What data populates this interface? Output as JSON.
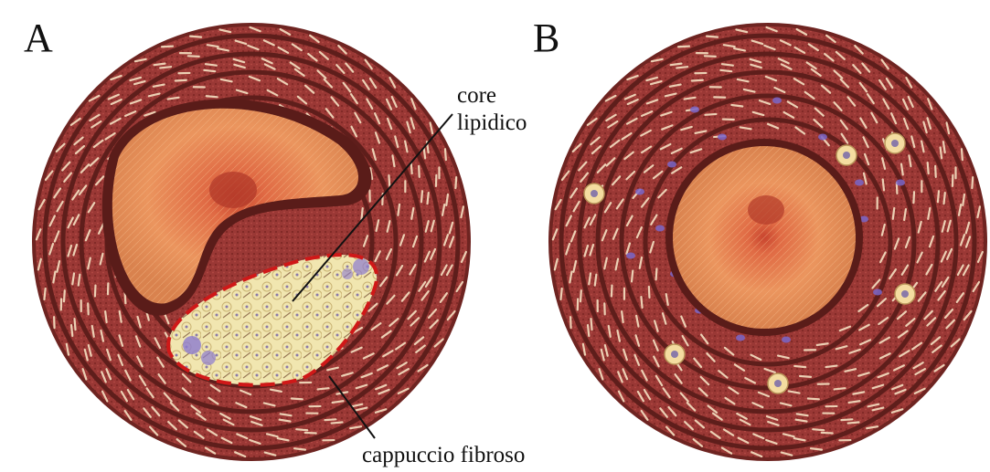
{
  "panels": [
    {
      "label": "A"
    },
    {
      "label": "B"
    }
  ],
  "annotations": {
    "core_line1": "core",
    "core_line2": "lipidico",
    "cap": "cappuccio fibroso"
  },
  "colors": {
    "background": "#ffffff",
    "vessel_outer": "#7a2a26",
    "wall_dark": "#5e1e1b",
    "wall_red": "#9c3a36",
    "fiber": "#e8c8a8",
    "lumen_light": "#f2a870",
    "lumen_mid": "#e07a48",
    "lumen_center": "#c84a30",
    "plaque_fill": "#efe3a8",
    "plaque_dash": "#d01818",
    "cell_purple": "#7a66c8",
    "foam_cell": "#f4dca0"
  },
  "icons": {
    "vessel_a": "artery-cross-section-with-plaque-icon",
    "vessel_b": "artery-cross-section-healthy-icon"
  }
}
